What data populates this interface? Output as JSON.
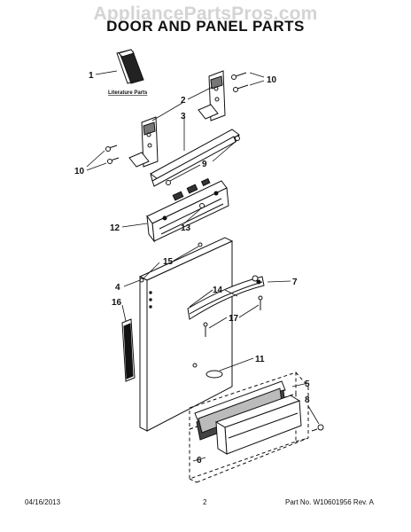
{
  "watermark": "AppliancePartsPros.com",
  "title": "DOOR AND PANEL PARTS",
  "literature_label": "Literature Parts",
  "callouts": {
    "c1": "1",
    "c2": "2",
    "c3": "3",
    "c10a": "10",
    "c10b": "10",
    "c9": "9",
    "c12": "12",
    "c13": "13",
    "c15": "15",
    "c4": "4",
    "c7": "7",
    "c14": "14",
    "c16": "16",
    "c17": "17",
    "c11": "11",
    "c5": "5",
    "c8": "8",
    "c6": "6"
  },
  "footer": {
    "date": "04/16/2013",
    "page": "2",
    "part_no": "Part No. W10601956 Rev. A"
  }
}
